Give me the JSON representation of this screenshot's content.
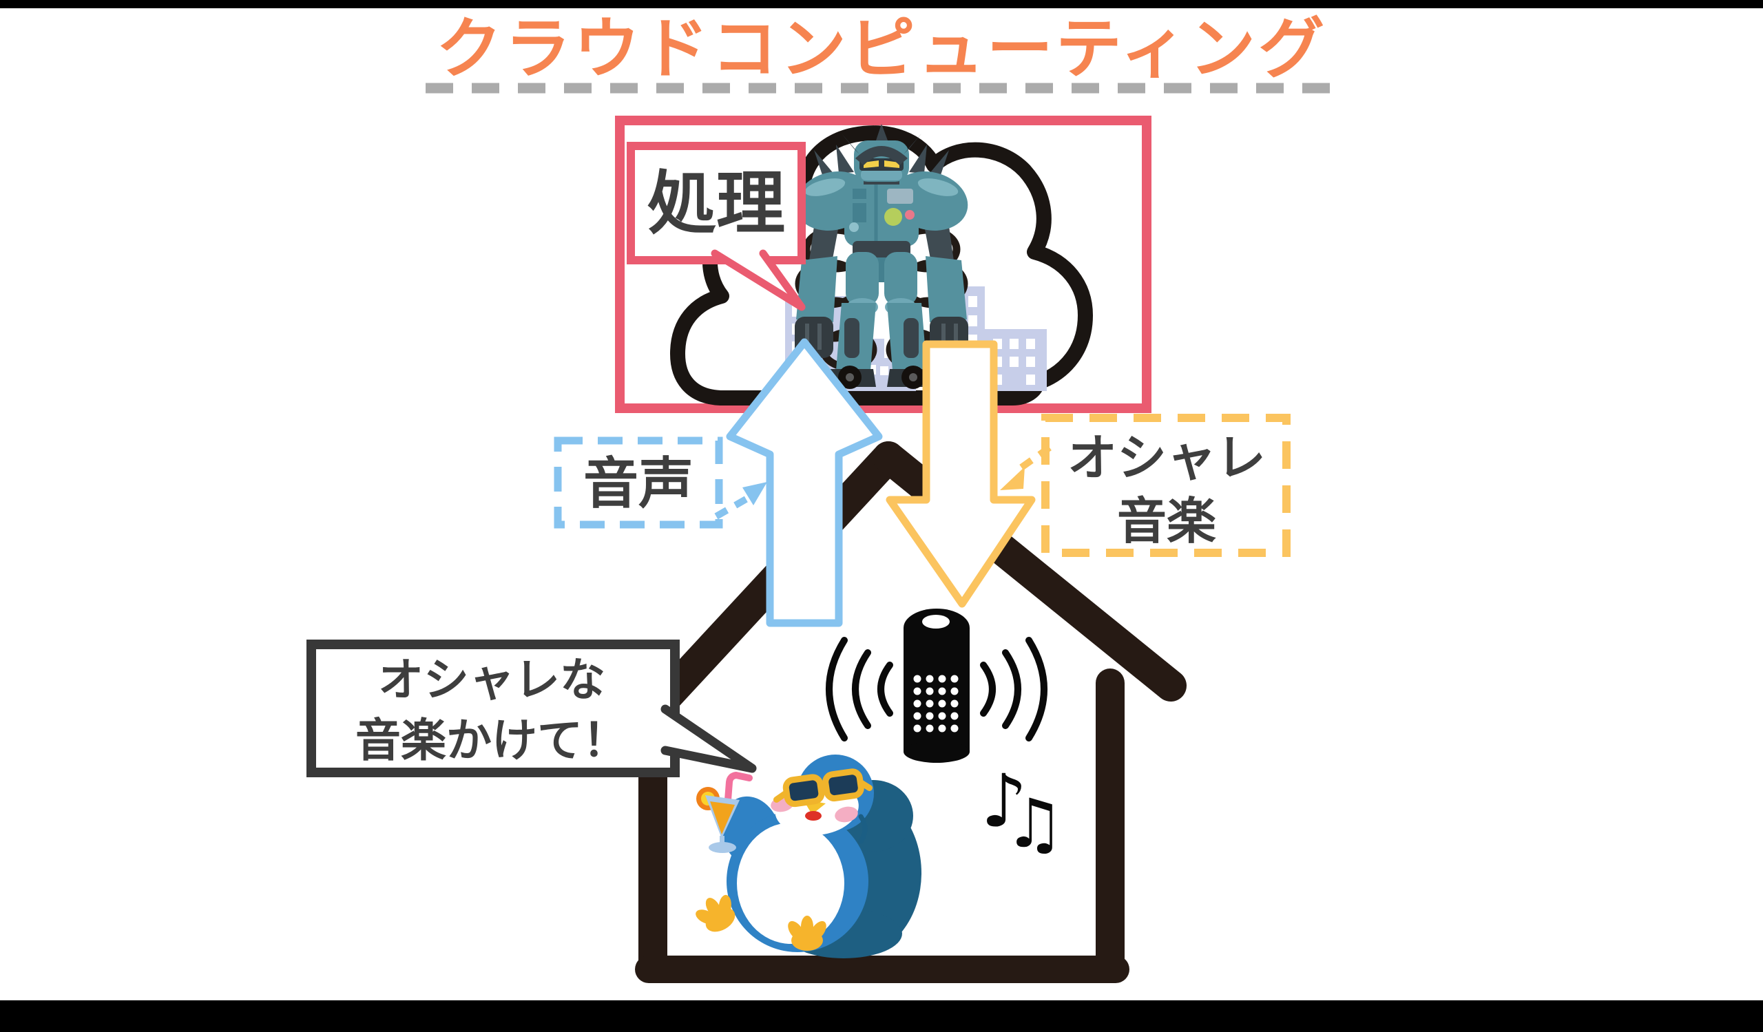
{
  "title": {
    "text": "クラウドコンピューティング"
  },
  "cloud_panel": {
    "processing_label": "処理"
  },
  "flow_labels": {
    "voice": "音声",
    "music_line1": "オシャレ",
    "music_line2": "音楽"
  },
  "speech_bubble": {
    "line1": "オシャレな",
    "line2": "音楽かけて！"
  },
  "music_notes": {
    "single": "♪",
    "double": "♫"
  },
  "icons": {
    "cloud": "cloud-outline-icon",
    "robot": "giant-robot-icon",
    "smart_speaker": "smart-speaker-icon",
    "sound_waves": "sound-waves-icon",
    "house": "house-outline-icon",
    "penguin": "penguin-with-sunglasses-icon",
    "cocktail": "tropical-cocktail-icon",
    "up_arrow": "upload-arrow-icon",
    "down_arrow": "download-arrow-icon"
  },
  "colors": {
    "title_orange": "#F68450",
    "underline_gray": "#ABABAB",
    "frame_pink": "#EA5B70",
    "arrow_blue": "#86C3EF",
    "arrow_yellow": "#FBC45F",
    "text_dark": "#3E3E3E",
    "house_dark": "#261A14",
    "speaker_black": "#0A0A0A",
    "robot_teal": "#55919E",
    "buildings_lavender": "#C7CEE9",
    "penguin_blue": "#2F82C5",
    "penguin_shadow_blue": "#1E5F82"
  }
}
